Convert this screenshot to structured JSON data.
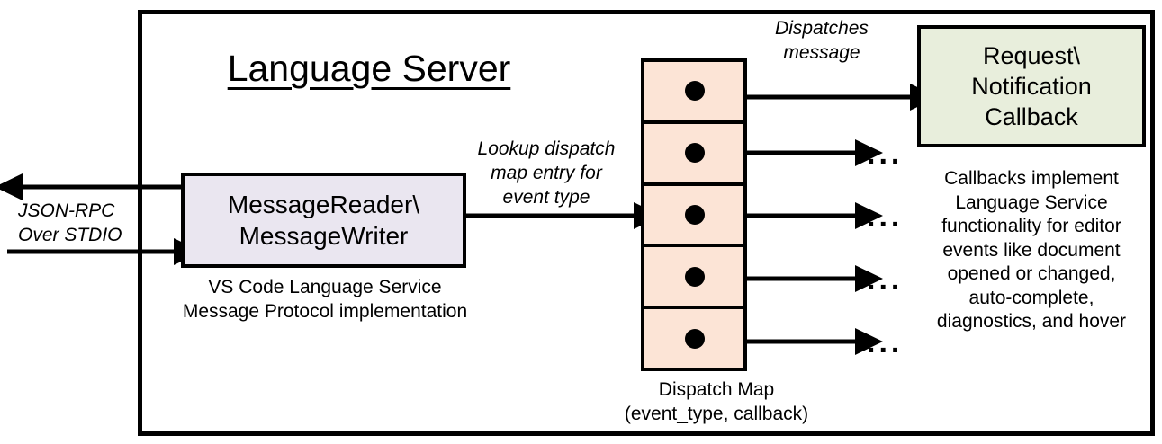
{
  "diagram": {
    "title": "Language Server",
    "nodes": {
      "message_reader": {
        "label": "MessageReader\\\nMessageWriter",
        "caption": "VS Code Language Service\nMessage Protocol implementation",
        "fill": "#EAE6F0"
      },
      "dispatch_map": {
        "caption": "Dispatch Map\n(event_type, callback)",
        "fill": "#FCE4D6",
        "rows": [
          {
            "dot": "dot-marker"
          },
          {
            "dot": "dot-marker"
          },
          {
            "dot": "dot-marker"
          },
          {
            "dot": "dot-marker"
          },
          {
            "dot": "dot-marker"
          }
        ]
      },
      "callback": {
        "label": "Request\\\nNotification\nCallback",
        "caption": "Callbacks implement\nLanguage Service\nfunctionality for editor\nevents like document\nopened or changed,\nauto-complete,\ndiagnostics, and hover",
        "fill": "#E8EEDC"
      }
    },
    "edges": {
      "jsonrpc": "JSON-RPC\nOver STDIO",
      "lookup": "Lookup dispatch\nmap entry for\nevent type",
      "dispatches": "Dispatches\nmessage"
    },
    "ellipses": [
      "...",
      "...",
      "...",
      "..."
    ],
    "colors": {
      "outline": "#000000",
      "background": "#FFFFFF",
      "reader_fill": "#EAE6F0",
      "map_fill": "#FCE4D6",
      "callback_fill": "#E8EEDC"
    }
  }
}
